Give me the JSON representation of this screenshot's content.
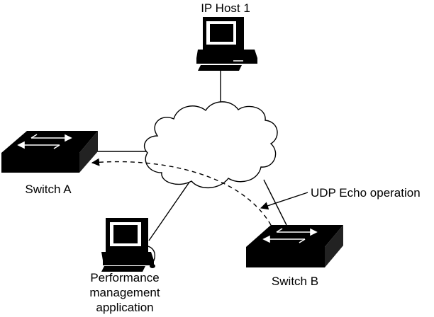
{
  "labels": {
    "ip_host": "IP Host 1",
    "switch_a": "Switch A",
    "switch_b": "Switch B",
    "udp_echo": "UDP Echo operation",
    "perf_app": [
      "Performance",
      "management",
      "application"
    ]
  },
  "colors": {
    "ink": "#000000",
    "paper": "#ffffff"
  },
  "icons": [
    "desktop-computer-icon",
    "network-switch-icon",
    "network-cloud-icon"
  ]
}
